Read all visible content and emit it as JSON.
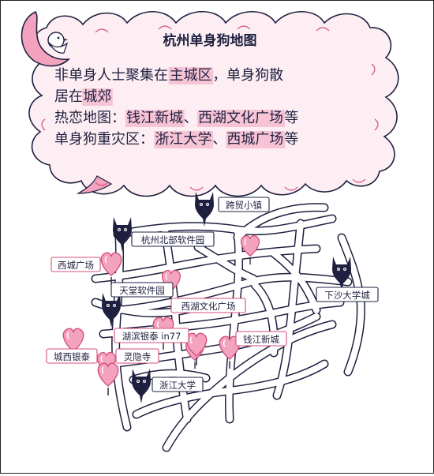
{
  "title": "杭州单身狗地图",
  "info_lines": [
    [
      {
        "t": "非单身人士聚集在",
        "h": false
      },
      {
        "t": "主城区",
        "h": true
      },
      {
        "t": "，单身狗散",
        "h": false
      }
    ],
    [
      {
        "t": "居在",
        "h": false
      },
      {
        "t": "城郊",
        "h": true
      }
    ],
    [
      {
        "t": "热恋地图：",
        "h": false
      },
      {
        "t": "钱江新城",
        "h": true
      },
      {
        "t": "、",
        "h": false
      },
      {
        "t": "西湖文化广场",
        "h": true
      },
      {
        "t": "等",
        "h": false
      }
    ],
    [
      {
        "t": "单身狗重灾区：",
        "h": false
      },
      {
        "t": "浙江大学",
        "h": true
      },
      {
        "t": "、",
        "h": false
      },
      {
        "t": "西城广场",
        "h": true
      },
      {
        "t": "等",
        "h": false
      }
    ]
  ],
  "places": [
    {
      "name": "跨贸小镇",
      "kind": "dog"
    },
    {
      "name": "杭州北部软件园",
      "kind": "dog"
    },
    {
      "name": "西城广场",
      "kind": "heart"
    },
    {
      "name": "天堂软件园",
      "kind": "dog"
    },
    {
      "name": "西湖文化广场",
      "kind": "heart"
    },
    {
      "name": "下沙大学城",
      "kind": "dog"
    },
    {
      "name": "湖滨银泰 in77",
      "kind": "heart"
    },
    {
      "name": "钱江新城",
      "kind": "heart"
    },
    {
      "name": "城西银泰",
      "kind": "heart"
    },
    {
      "name": "灵隐寺",
      "kind": "heart"
    },
    {
      "name": "浙江大学",
      "kind": "dog"
    }
  ],
  "colors": {
    "ink": "#1f2040",
    "pink": "#f3a3bd",
    "pink_dark": "#d44f7e",
    "highlight": "#f7c4d6",
    "cloud_fill": "#fdeef3",
    "road": "#ffffff",
    "road_outline": "#1f2040",
    "label_border": "#d44f7e"
  },
  "icons": {
    "moon": "crescent-moon-icon",
    "bird": "bird-icon",
    "heart_pin": "heart-pin-icon",
    "dog_pin": "black-dog-pin-icon"
  }
}
